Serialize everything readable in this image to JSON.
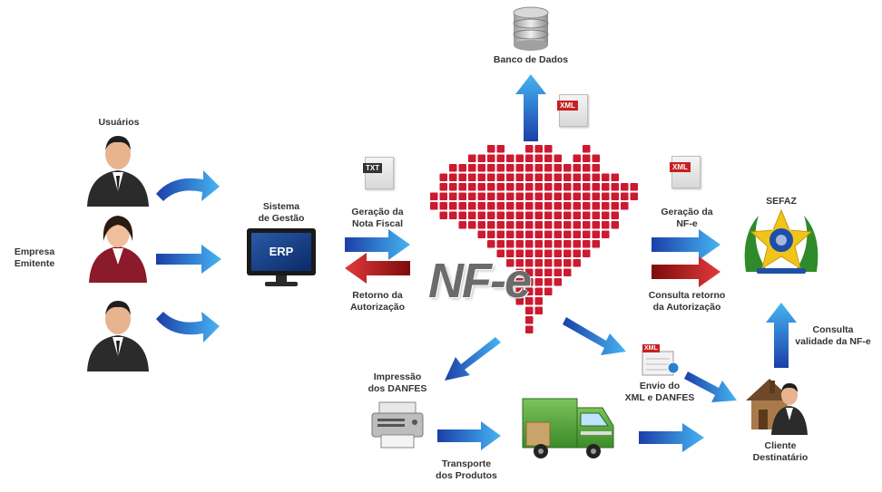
{
  "labels": {
    "usuarios": "Usuários",
    "empresa": "Empresa\nEmitente",
    "sistema": "Sistema\nde Gestão",
    "erp": "ERP",
    "geracao_nota": "Geração da\nNota Fiscal",
    "retorno": "Retorno da\nAutorização",
    "banco": "Banco de Dados",
    "nfe": "NF-e",
    "geracao_nfe": "Geração da\nNF-e",
    "consulta_retorno": "Consulta retorno\nda Autorização",
    "sefaz": "SEFAZ",
    "consulta_validade": "Consulta\nvalidade da NF-e",
    "impressao": "Impressão\ndos DANFES",
    "envio": "Envio do\nXML e DANFES",
    "transporte": "Transporte\ndos Produtos",
    "cliente": "Cliente\nDestinatário"
  },
  "doc_tags": {
    "txt": "TXT",
    "xml": "XML"
  },
  "colors": {
    "blue_arrow": "#2a7fd4",
    "red_arrow": "#c62020",
    "map_red": "#cc1a30",
    "suit": "#2b2b2b",
    "woman_suit": "#8b1a2a"
  }
}
